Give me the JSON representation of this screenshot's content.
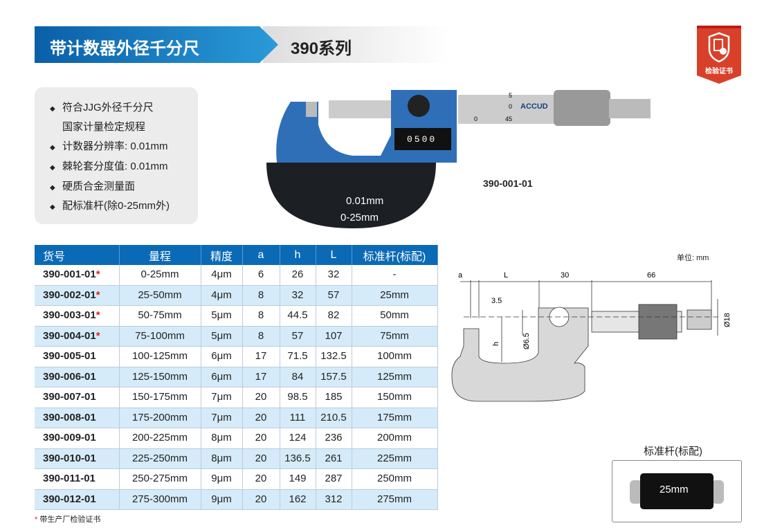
{
  "header": {
    "title": "带计数器外径千分尺",
    "series": "390系列"
  },
  "badge": {
    "label": "检验证书",
    "color": "#d9402a"
  },
  "features": [
    "符合JJG外径千分尺",
    "国家计量检定规程",
    "计数器分辨率: 0.01mm",
    "棘轮套分度值: 0.01mm",
    "硬质合金测量面",
    "配标准杆(除0-25mm外)"
  ],
  "photo": {
    "model": "390-001-01",
    "frame_text1": "0.01mm",
    "frame_text2": "0-25mm",
    "brand": "ACCUD",
    "counter": "0500",
    "scale": [
      "5",
      "0",
      "45",
      "0"
    ]
  },
  "table": {
    "headers": [
      "货号",
      "量程",
      "精度",
      "a",
      "h",
      "L",
      "标准杆(标配)"
    ],
    "rows": [
      [
        "390-001-01",
        "0-25mm",
        "4μm",
        "6",
        "26",
        "32",
        "-",
        "*"
      ],
      [
        "390-002-01",
        "25-50mm",
        "4μm",
        "8",
        "32",
        "57",
        "25mm",
        "*"
      ],
      [
        "390-003-01",
        "50-75mm",
        "5μm",
        "8",
        "44.5",
        "82",
        "50mm",
        "*"
      ],
      [
        "390-004-01",
        "75-100mm",
        "5μm",
        "8",
        "57",
        "107",
        "75mm",
        "*"
      ],
      [
        "390-005-01",
        "100-125mm",
        "6μm",
        "17",
        "71.5",
        "132.5",
        "100mm",
        ""
      ],
      [
        "390-006-01",
        "125-150mm",
        "6μm",
        "17",
        "84",
        "157.5",
        "125mm",
        ""
      ],
      [
        "390-007-01",
        "150-175mm",
        "7μm",
        "20",
        "98.5",
        "185",
        "150mm",
        ""
      ],
      [
        "390-008-01",
        "175-200mm",
        "7μm",
        "20",
        "111",
        "210.5",
        "175mm",
        ""
      ],
      [
        "390-009-01",
        "200-225mm",
        "8μm",
        "20",
        "124",
        "236",
        "200mm",
        ""
      ],
      [
        "390-010-01",
        "225-250mm",
        "8μm",
        "20",
        "136.5",
        "261",
        "225mm",
        ""
      ],
      [
        "390-011-01",
        "250-275mm",
        "9μm",
        "20",
        "149",
        "287",
        "250mm",
        ""
      ],
      [
        "390-012-01",
        "275-300mm",
        "9μm",
        "20",
        "162",
        "312",
        "275mm",
        ""
      ]
    ]
  },
  "footnote": {
    "star": "*",
    "text": "带生产厂检验证书"
  },
  "drawing": {
    "unit": "单位: mm",
    "dims": {
      "a": "a",
      "L": "L",
      "d30": "30",
      "d66": "66",
      "d35": "3.5",
      "h": "h",
      "d65": "Ø6.5",
      "d18": "Ø18"
    }
  },
  "rod": {
    "title": "标准杆(标配)",
    "label": "25mm"
  }
}
